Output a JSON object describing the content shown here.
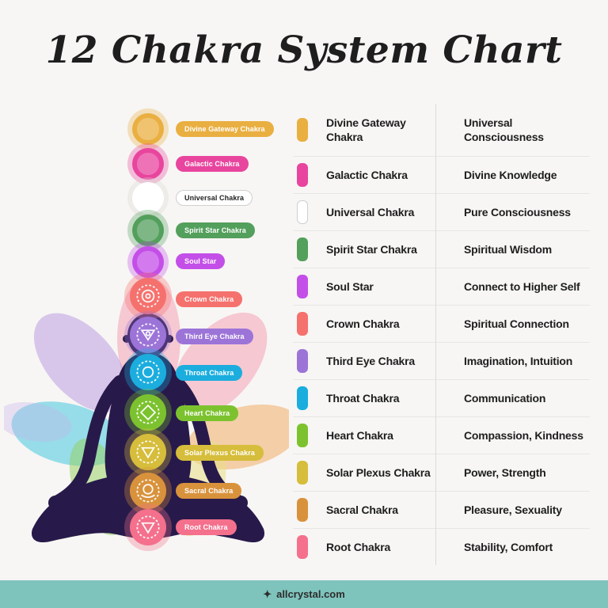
{
  "page": {
    "title": "12 Chakra System Chart",
    "background": "#f7f6f4"
  },
  "footer": {
    "site": "allcrystal.com",
    "star_icon": "✦",
    "bar_color": "#7fc3bd",
    "text_color": "#2d2d2d"
  },
  "illustration": {
    "body_color": "#271a4a",
    "petals": [
      "#f590a8",
      "#b795e0",
      "#f590a8",
      "#35c4de",
      "#f2a65a",
      "#93cf5a",
      "#e9df86",
      "#c9b3ea"
    ]
  },
  "chakras": [
    {
      "label": "Divine Gateway Chakra",
      "name": "Divine Gateway Chakra",
      "meaning": "Universal Consciousness",
      "color": "#eaaf41",
      "halo": "#eaaf41",
      "border": "transparent",
      "text": "#ffffff"
    },
    {
      "label": "Galactic Chakra",
      "name": "Galactic Chakra",
      "meaning": "Divine Knowledge",
      "color": "#e8459e",
      "halo": "#e8459e",
      "border": "transparent",
      "text": "#ffffff"
    },
    {
      "label": "Universal Chakra",
      "name": "Universal Chakra",
      "meaning": "Pure Consciousness",
      "color": "#ffffff",
      "halo": "#d9d7d5",
      "border": "#cfcfcf",
      "text": "#1f1f1f"
    },
    {
      "label": "Spirit Star Chakra",
      "name": "Spirit Star Chakra",
      "meaning": "Spiritual Wisdom",
      "color": "#539f5c",
      "halo": "#539f5c",
      "border": "transparent",
      "text": "#ffffff"
    },
    {
      "label": "Soul Star",
      "name": "Soul Star",
      "meaning": "Connect to Higher Self",
      "color": "#c44fe8",
      "halo": "#c44fe8",
      "border": "transparent",
      "text": "#ffffff"
    },
    {
      "label": "Crown Chakra",
      "name": "Crown Chakra",
      "meaning": "Spiritual Connection",
      "color": "#f5716d",
      "halo": "#f5716d",
      "border": "transparent",
      "text": "#ffffff"
    },
    {
      "label": "Third Eye Chakra",
      "name": "Third Eye Chakra",
      "meaning": "Imagination, Intuition",
      "color": "#9c74d8",
      "halo": "#9c74d8",
      "border": "transparent",
      "text": "#ffffff"
    },
    {
      "label": "Throat Chakra",
      "name": "Throat Chakra",
      "meaning": "Communication",
      "color": "#1badde",
      "halo": "#1badde",
      "border": "transparent",
      "text": "#ffffff"
    },
    {
      "label": "Heart Chakra",
      "name": "Heart Chakra",
      "meaning": "Compassion, Kindness",
      "color": "#7cc22f",
      "halo": "#7cc22f",
      "border": "transparent",
      "text": "#ffffff"
    },
    {
      "label": "Solar Plexus Chakra",
      "name": "Solar Plexus Chakra",
      "meaning": "Power, Strength",
      "color": "#d6bd3b",
      "halo": "#d6bd3b",
      "border": "transparent",
      "text": "#ffffff"
    },
    {
      "label": "Sacral Chakra",
      "name": "Sacral Chakra",
      "meaning": "Pleasure, Sexuality",
      "color": "#d9923c",
      "halo": "#d9923c",
      "border": "transparent",
      "text": "#ffffff"
    },
    {
      "label": "Root Chakra",
      "name": "Root Chakra",
      "meaning": "Stability, Comfort",
      "color": "#f4708c",
      "halo": "#f4708c",
      "border": "transparent",
      "text": "#ffffff"
    }
  ]
}
